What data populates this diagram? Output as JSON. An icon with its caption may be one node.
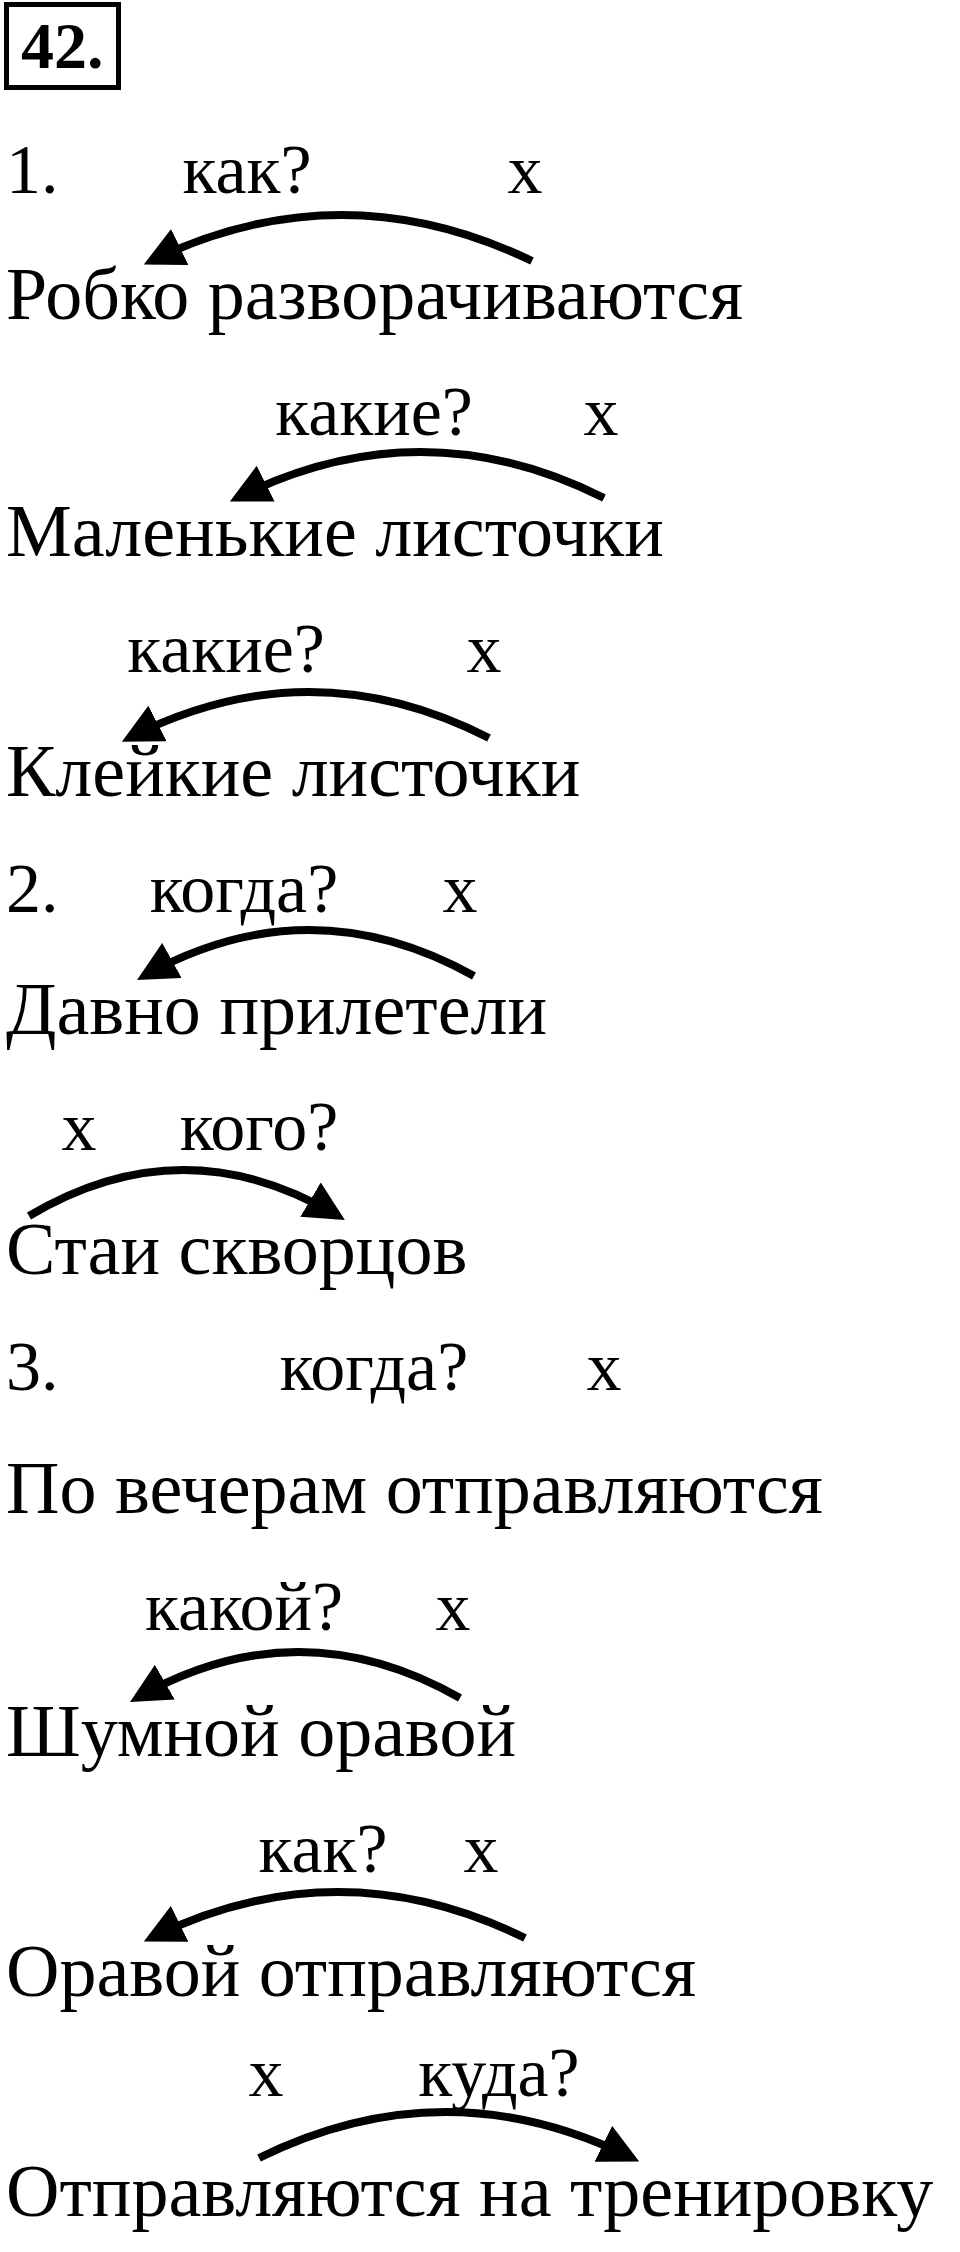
{
  "diagram": {
    "title": "42.",
    "nodes": [
      {
        "text": [
          "Робко"
        ]
      },
      {
        "text": [
          "разворачиваются"
        ],
        "beside": [
          "x"
        ]
      },
      {
        "text": [
          "Маленькие"
        ]
      },
      {
        "text": [
          "листочки"
        ],
        "beside": [
          "x"
        ]
      },
      {
        "text": [
          "Клейкие"
        ]
      },
      {
        "text": [
          "листочки"
        ],
        "beside": [
          "x"
        ]
      },
      {
        "text": [
          "Давно"
        ]
      },
      {
        "text": [
          "прилетели"
        ],
        "beside": [
          "x"
        ]
      },
      {
        "text": [
          "Стаи"
        ],
        "beside": [
          "x"
        ]
      },
      {
        "text": [
          "скворцов"
        ]
      },
      {
        "text": [
          "Шумной"
        ]
      },
      {
        "text": [
          "оравой"
        ],
        "beside": [
          "x"
        ]
      },
      {
        "text": [
          "Оравой"
        ]
      },
      {
        "text": [
          "отправляются"
        ],
        "beside": [
          "x"
        ]
      },
      {
        "text": [
          "Отправляются"
        ],
        "beside": [
          "x"
        ]
      },
      {
        "text": [
          "на тренировку"
        ]
      }
    ],
    "edges": [
      {
        "from": 1,
        "to": 0,
        "arrow": "to",
        "label": "как?"
      },
      {
        "from": 3,
        "to": 2,
        "arrow": "to",
        "label": "какие?"
      },
      {
        "from": 5,
        "to": 4,
        "arrow": "to",
        "label": "какие?"
      },
      {
        "from": 7,
        "to": 6,
        "arrow": "to",
        "label": "когда?"
      },
      {
        "from": 8,
        "to": 9,
        "arrow": "to",
        "label": "кого?"
      },
      {
        "from": 11,
        "to": 10,
        "arrow": "to",
        "label": "какой?"
      },
      {
        "from": 13,
        "to": 12,
        "arrow": "to",
        "label": "как?"
      },
      {
        "from": 14,
        "to": 15,
        "arrow": "to",
        "label": "куда?"
      }
    ],
    "labels": [
      "1.",
      "2.",
      "3.",
      "когда?",
      "x",
      "По вечерам отправляются"
    ]
  }
}
